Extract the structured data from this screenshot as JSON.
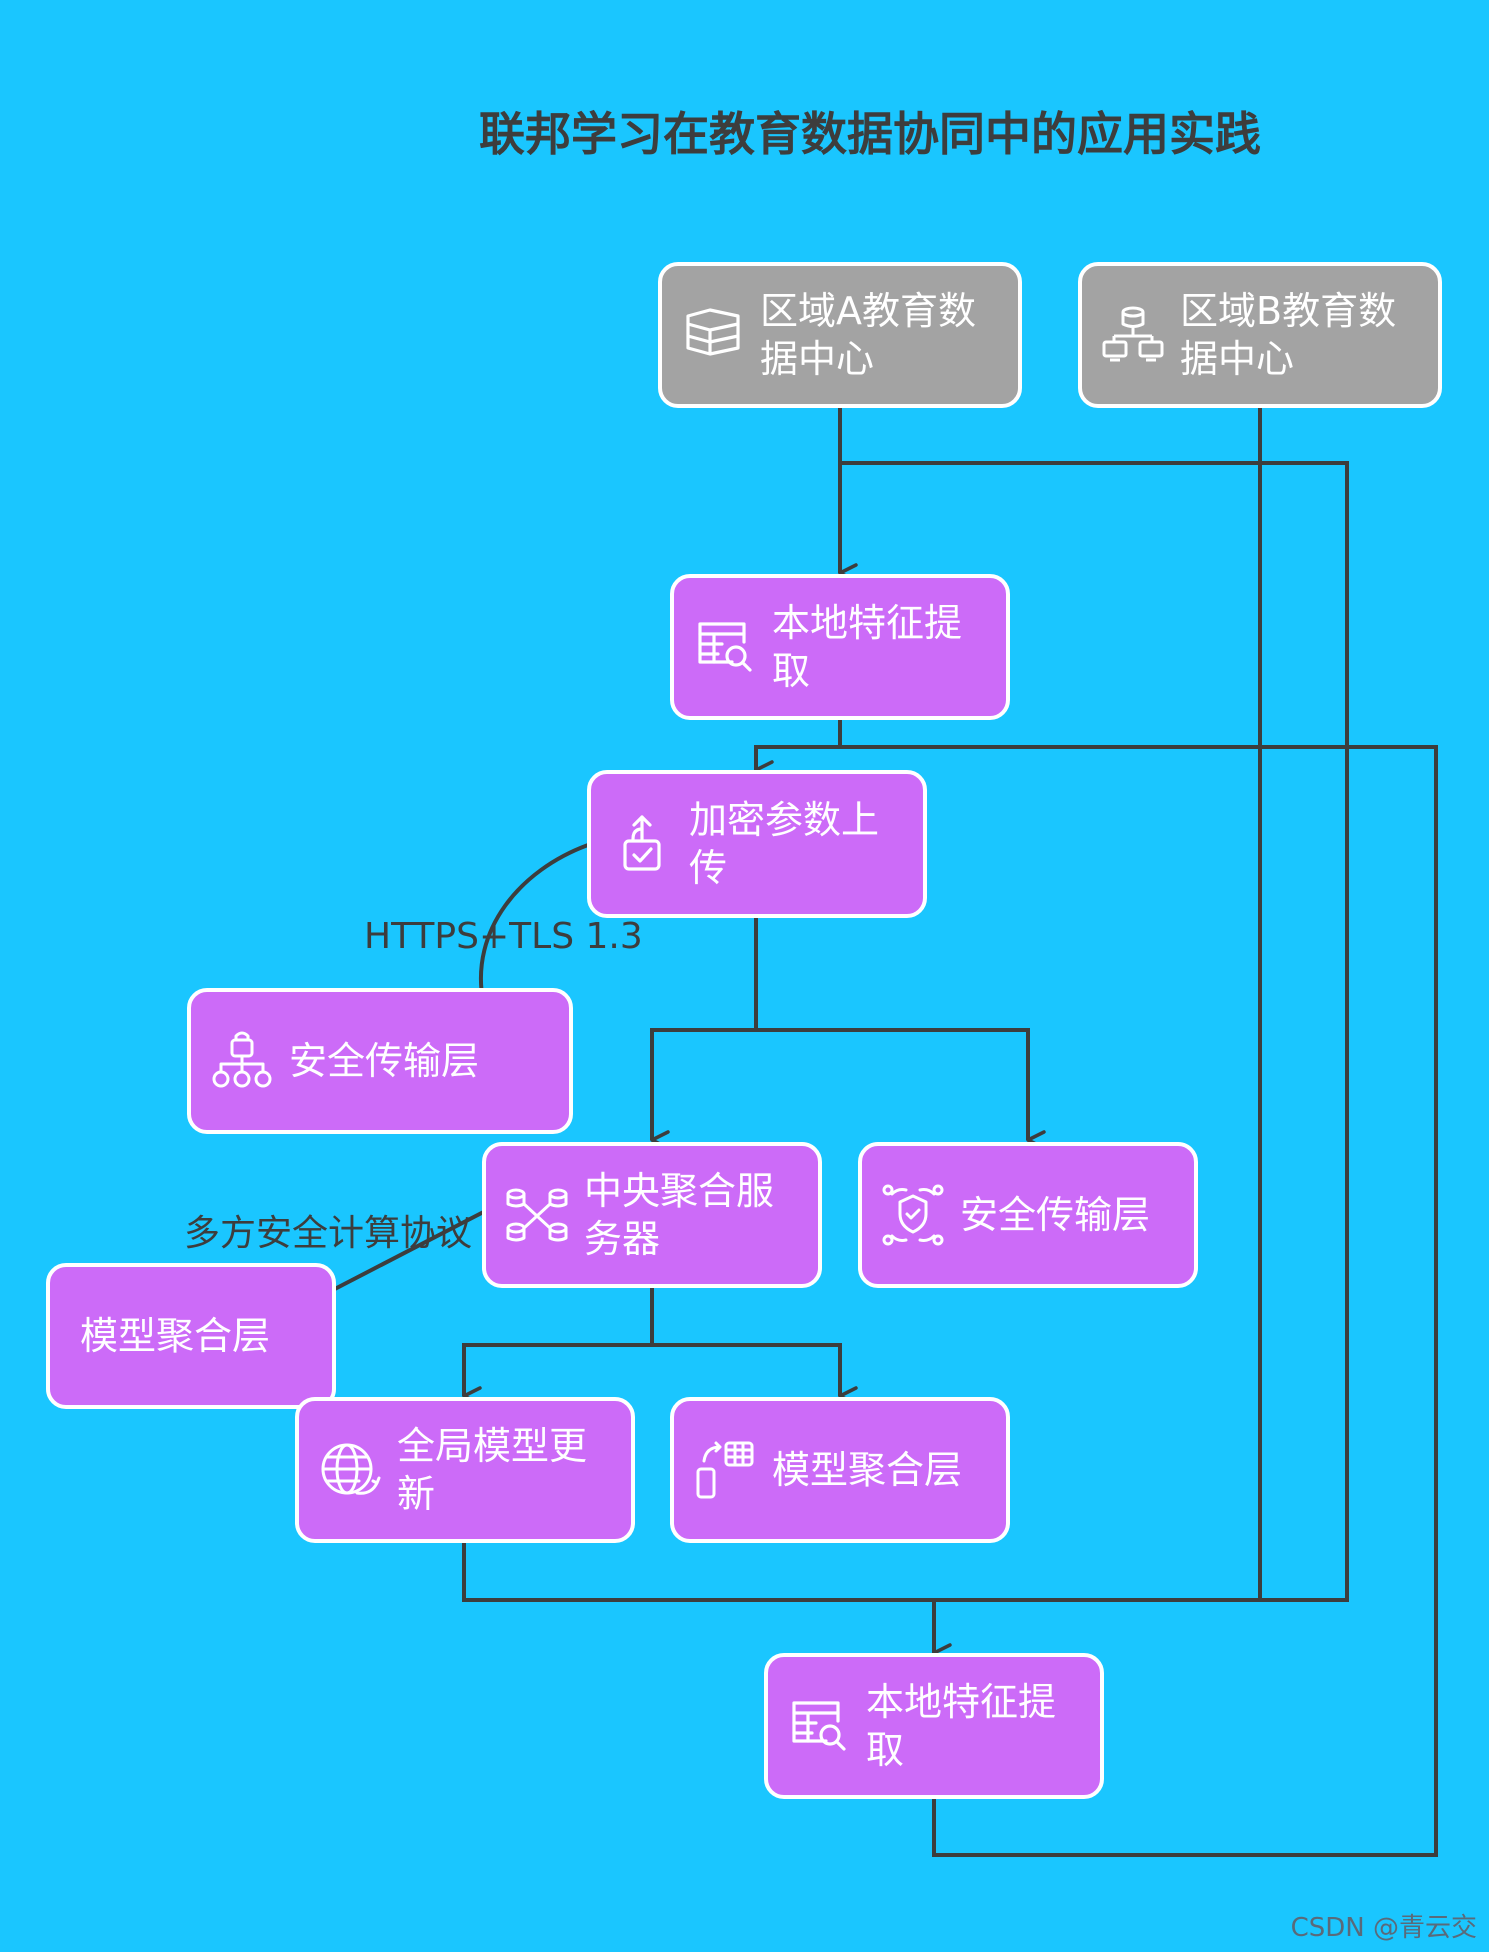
{
  "title": "联邦学习在教育数据协同中的应用实践",
  "nodes": {
    "region_a": {
      "label": "区域A教育数据中心",
      "icon": "database-stack-icon"
    },
    "region_b": {
      "label": "区域B教育数据中心",
      "icon": "server-network-icon"
    },
    "feature_1": {
      "label": "本地特征提取",
      "icon": "table-search-icon"
    },
    "encrypt_upload": {
      "label": "加密参数上传",
      "icon": "lock-upload-icon"
    },
    "secure_layer_1": {
      "label": "安全传输层",
      "icon": "lock-network-icon"
    },
    "central_server": {
      "label": "中央聚合服务器",
      "icon": "distributed-database-icon"
    },
    "secure_layer_2": {
      "label": "安全传输层",
      "icon": "shield-sync-icon"
    },
    "model_agg_1": {
      "label": "模型聚合层"
    },
    "global_update": {
      "label": "全局模型更新",
      "icon": "globe-sync-icon"
    },
    "model_agg_2": {
      "label": "模型聚合层",
      "icon": "device-sync-icon"
    },
    "feature_2": {
      "label": "本地特征提取",
      "icon": "table-search-icon"
    }
  },
  "edge_labels": {
    "tls": "HTTPS+TLS 1.3",
    "mpc": "多方安全计算协议"
  },
  "watermark": "CSDN @青云交",
  "colors": {
    "background": "#1ac6ff",
    "process_node": "#cc6bf8",
    "source_node": "#a3a3a3",
    "edge": "#3d3d3d",
    "border": "#ffffff"
  }
}
